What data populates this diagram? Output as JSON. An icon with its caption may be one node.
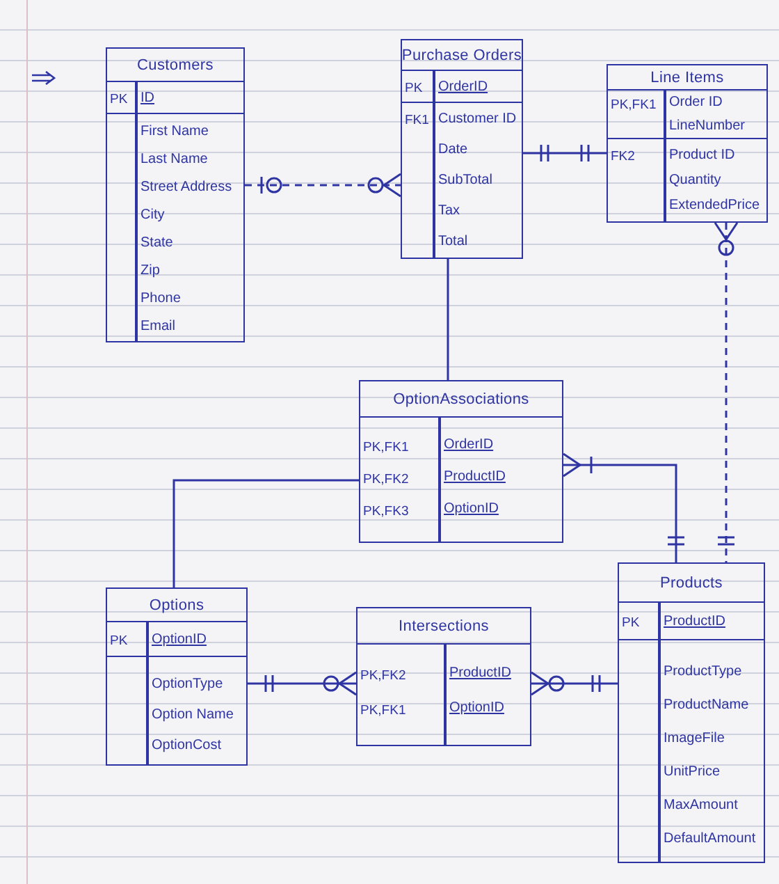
{
  "diagram": {
    "nodes": [
      {
        "text": [
          "Customers",
          "PK",
          "ID",
          "First Name",
          "Last Name",
          "Street Address",
          "City",
          "State",
          "Zip",
          "Phone",
          "Email"
        ]
      },
      {
        "text": [
          "Purchase Orders",
          "PK",
          "OrderID",
          "FK1",
          "Customer ID",
          "Date",
          "SubTotal",
          "Tax",
          "Total"
        ]
      },
      {
        "text": [
          "Line Items",
          "PK,FK1",
          "Order ID",
          "LineNumber",
          "FK2",
          "Product ID",
          "Quantity",
          "ExtendedPrice"
        ]
      },
      {
        "text": [
          "OptionAssociations",
          "PK,FK1",
          "OrderID",
          "PK,FK2",
          "ProductID",
          "PK,FK3",
          "OptionID"
        ]
      },
      {
        "text": [
          "Options",
          "PK",
          "OptionID",
          "OptionType",
          "Option Name",
          "OptionCost"
        ]
      },
      {
        "text": [
          "Intersections",
          "PK,FK2",
          "ProductID",
          "PK,FK1",
          "OptionID"
        ]
      },
      {
        "text": [
          "Products",
          "PK",
          "ProductID",
          "ProductType",
          "ProductName",
          "ImageFile",
          "UnitPrice",
          "MaxAmount",
          "DefaultAmount"
        ]
      }
    ],
    "edges": [
      {
        "from": 0,
        "to": 1,
        "arrow": "other",
        "style": "dashed"
      },
      {
        "from": 1,
        "to": 2,
        "arrow": "other"
      },
      {
        "from": 2,
        "to": 6,
        "arrow": "other",
        "style": "dashed"
      },
      {
        "from": 1,
        "to": 3,
        "arrow": "none"
      },
      {
        "from": 3,
        "to": 6,
        "arrow": "other"
      },
      {
        "from": 3,
        "to": 4,
        "arrow": "none"
      },
      {
        "from": 4,
        "to": 5,
        "arrow": "other"
      },
      {
        "from": 5,
        "to": 6,
        "arrow": "other"
      }
    ]
  }
}
